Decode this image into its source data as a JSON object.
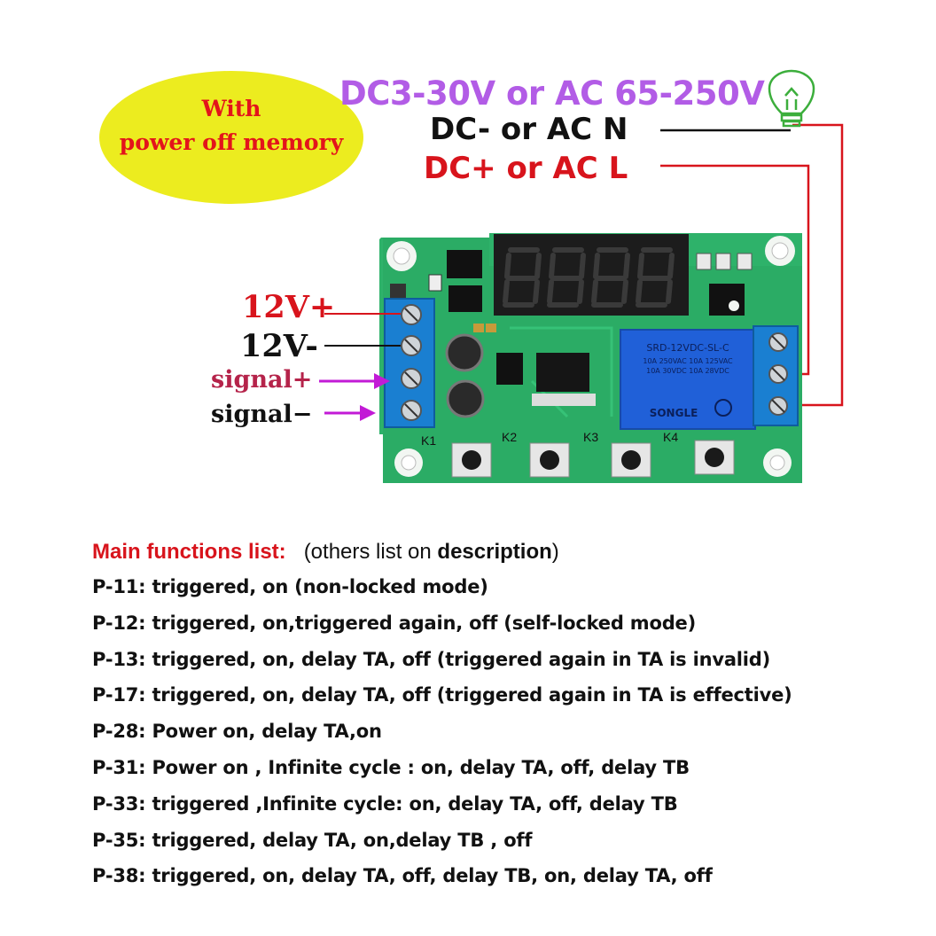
{
  "memory_bubble": {
    "line1": "With",
    "line2": "power off memory"
  },
  "power": {
    "voltage_range": "DC3-30V or AC 65-250V",
    "neg_label": "DC- or AC N",
    "pos_label": "DC+ or AC L"
  },
  "terminals": {
    "v_plus": "12V+",
    "v_minus": "12V-",
    "signal_plus": "signal+",
    "signal_minus": "signal−"
  },
  "board": {
    "display_digits": [
      "8.",
      "8.",
      "8.",
      "8."
    ],
    "relay_model": "SRD-12VDC-SL-C",
    "relay_rating_1": "10A 250VAC 10A 125VAC",
    "relay_rating_2": "10A 30VDC 10A 28VDC",
    "relay_brand": "SONGLE",
    "keys": [
      "K1",
      "K2",
      "K3",
      "K4"
    ]
  },
  "functions": {
    "title": "Main functions list:",
    "subtitle_prefix": "(others list on ",
    "subtitle_bold": "description",
    "subtitle_suffix": ")",
    "items": [
      "P-11: triggered, on (non-locked  mode)",
      "P-12: triggered, on,triggered again, off  (self-locked mode)",
      "P-13: triggered, on, delay TA, off (triggered again in TA is invalid)",
      "P-17: triggered, on, delay TA, off (triggered again in TA is effective)",
      "P-28: Power on,  delay TA,on",
      "P-31: Power on , Infinite cycle :  on, delay TA, off, delay TB",
      "P-33: triggered ,Infinite cycle: on, delay TA, off, delay TB",
      "P-35: triggered, delay TA, on,delay TB , off",
      "P-38: triggered, on, delay TA, off, delay TB, on, delay TA, off"
    ]
  },
  "colors": {
    "bubble": "#ecec1f",
    "red": "#d8141c",
    "purple": "#b25ce6",
    "pcb": "#2eb26a",
    "terminal_blue": "#1a7fd1",
    "relay_blue": "#2060d8",
    "arrow_magenta": "#c21ad6"
  }
}
